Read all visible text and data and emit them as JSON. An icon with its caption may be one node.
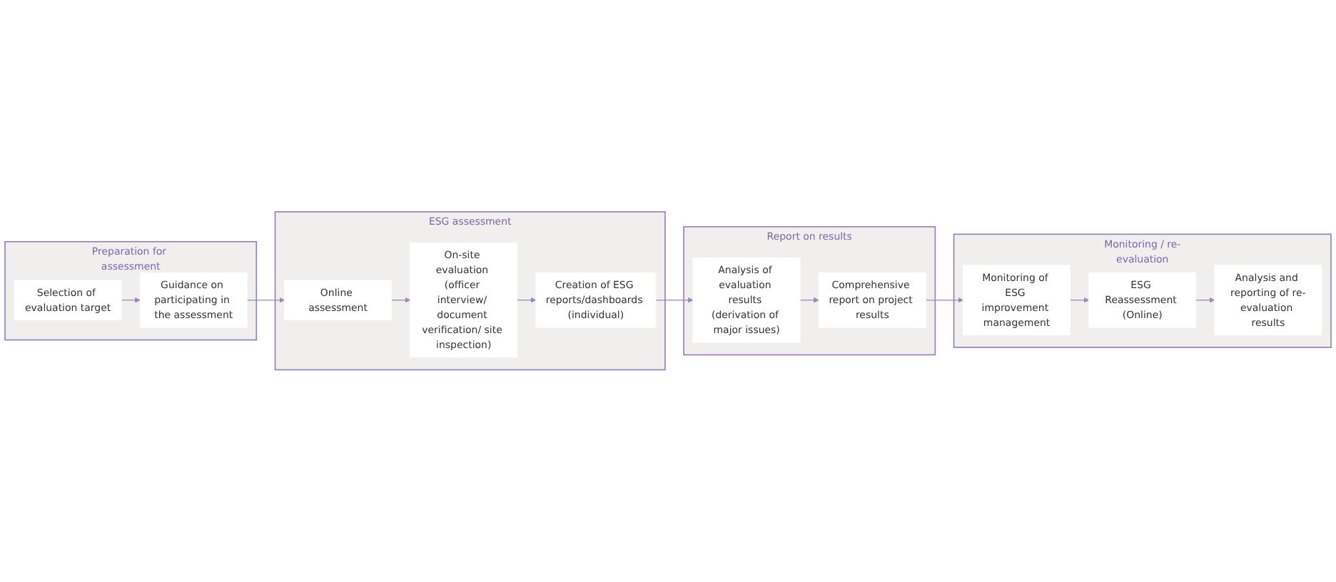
{
  "diagram": {
    "nodes": [
      {
        "text": [
          "Preparation for assessment"
        ]
      },
      {
        "text": [
          "Selection of evaluation target"
        ],
        "in": 0
      },
      {
        "text": [
          "Guidance on participating in the assessment"
        ],
        "in": 0
      },
      {
        "text": [
          "ESG assessment"
        ]
      },
      {
        "text": [
          "Online assessment"
        ],
        "in": 3
      },
      {
        "text": [
          "On-site evaluation (officer interview/ document verification/ site inspection)"
        ],
        "in": 3
      },
      {
        "text": [
          "Creation of ESG reports/dashboards (individual)"
        ],
        "in": 3
      },
      {
        "text": [
          "Report on results"
        ]
      },
      {
        "text": [
          "Analysis of evaluation results (derivation of major issues)"
        ],
        "in": 7
      },
      {
        "text": [
          "Comprehensive report on project results"
        ],
        "in": 7
      },
      {
        "text": [
          "Monitoring / re-evaluation"
        ]
      },
      {
        "text": [
          "Monitoring of ESG improvement management"
        ],
        "in": 10
      },
      {
        "text": [
          "ESG Reassessment (Online)"
        ],
        "in": 10
      },
      {
        "text": [
          "Analysis and reporting of re-evaluation results"
        ],
        "in": 10
      }
    ],
    "edges": [
      {
        "from": 1,
        "to": 2,
        "arrow": "to"
      },
      {
        "from": 2,
        "to": 4,
        "arrow": "to"
      },
      {
        "from": 4,
        "to": 5,
        "arrow": "to"
      },
      {
        "from": 5,
        "to": 6,
        "arrow": "to"
      },
      {
        "from": 6,
        "to": 8,
        "arrow": "to"
      },
      {
        "from": 8,
        "to": 9,
        "arrow": "to"
      },
      {
        "from": 9,
        "to": 11,
        "arrow": "to"
      },
      {
        "from": 11,
        "to": 12,
        "arrow": "to"
      },
      {
        "from": 12,
        "to": 13,
        "arrow": "to"
      }
    ]
  }
}
